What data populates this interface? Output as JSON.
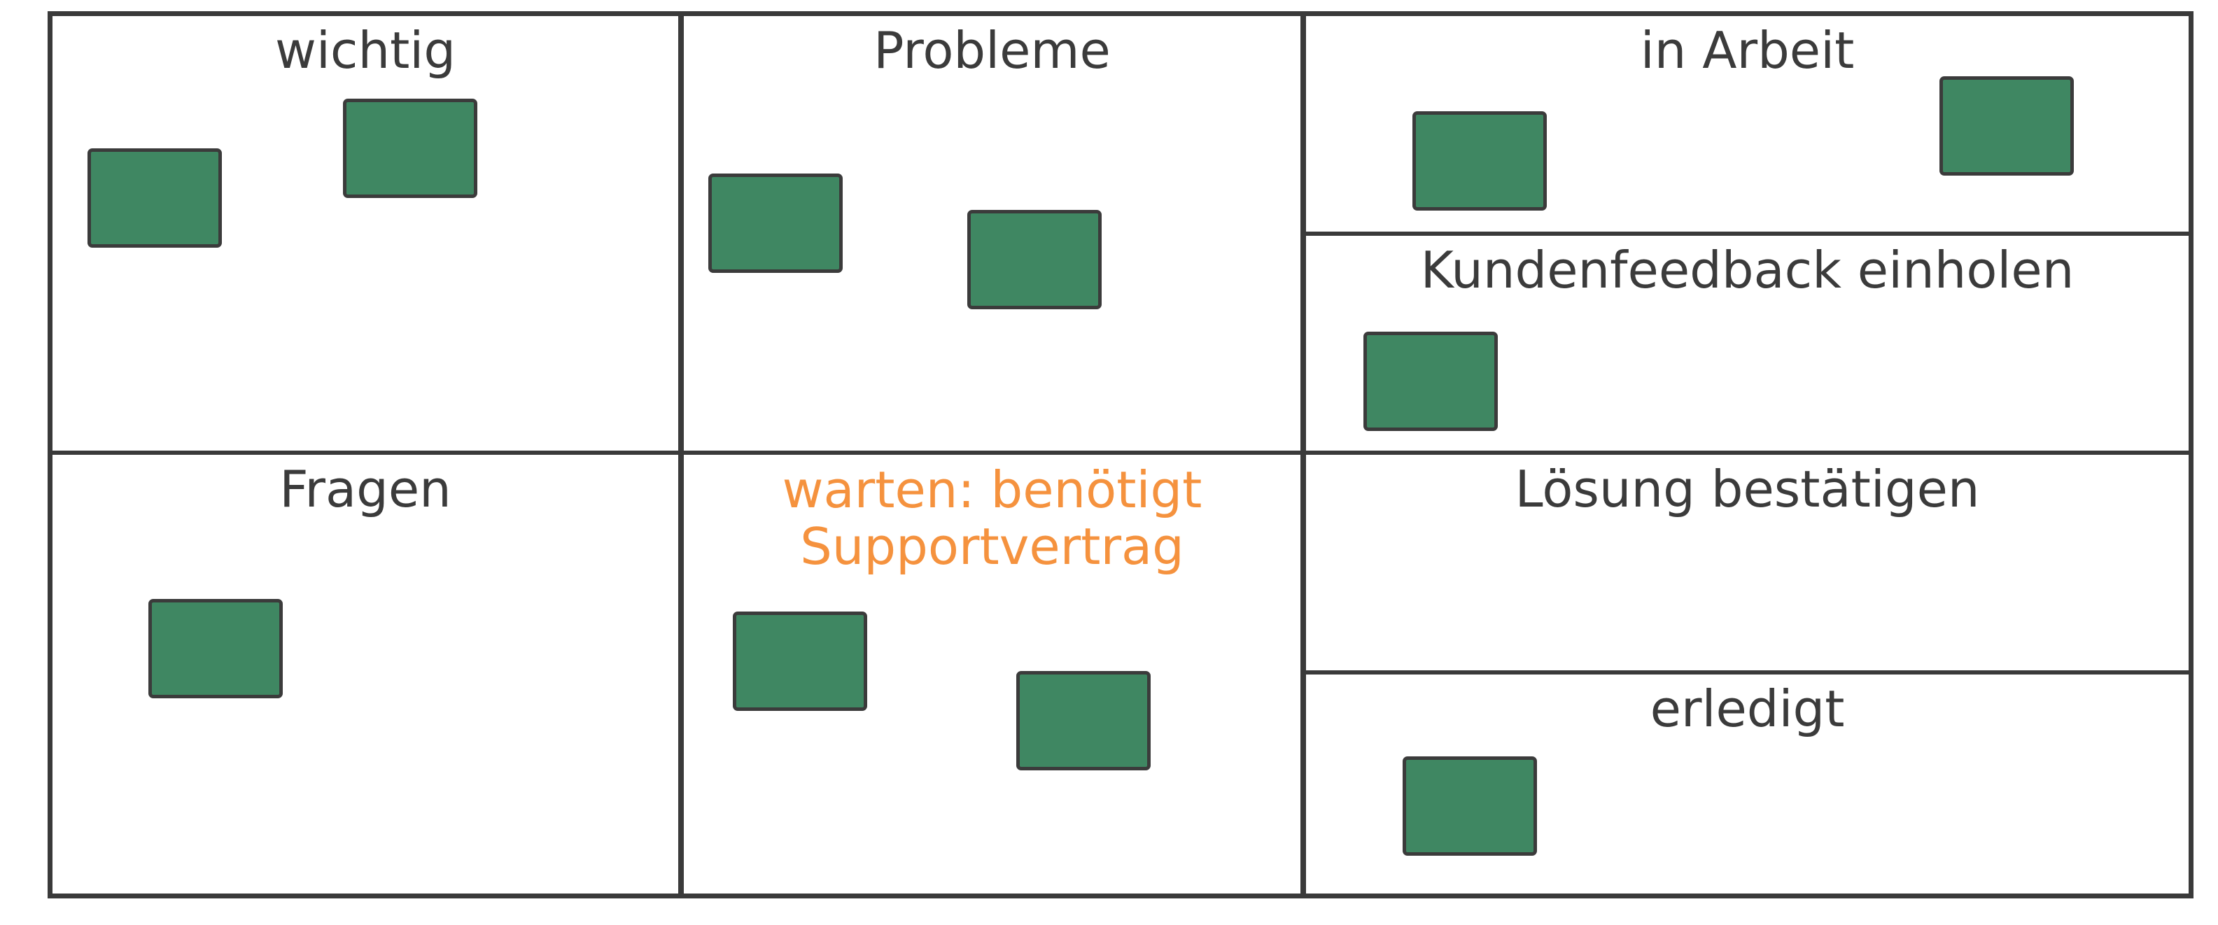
{
  "colors": {
    "line": "#3a3a3a",
    "title_text": "#3b3b3b",
    "warning_text": "#f5923e",
    "card_fill": "#3f8762",
    "card_border": "#3b3b3b",
    "background": "#ffffff"
  },
  "board": {
    "lanes": [
      {
        "id": "wichtig",
        "title": "wichtig",
        "card_count": 2
      },
      {
        "id": "probleme",
        "title": "Probleme",
        "card_count": 2
      },
      {
        "id": "in-arbeit",
        "title": "in Arbeit",
        "card_count": 2
      },
      {
        "id": "kundenfeedback",
        "title": "Kundenfeedback einholen",
        "card_count": 1
      },
      {
        "id": "fragen",
        "title": "Fragen",
        "card_count": 1
      },
      {
        "id": "warten",
        "title_lines": [
          "warten: benötigt",
          "Supportvertrag"
        ],
        "card_count": 2,
        "highlight": "warning"
      },
      {
        "id": "loesung",
        "title": "Lösung bestätigen",
        "card_count": 0
      },
      {
        "id": "erledigt",
        "title": "erledigt",
        "card_count": 1
      }
    ]
  }
}
